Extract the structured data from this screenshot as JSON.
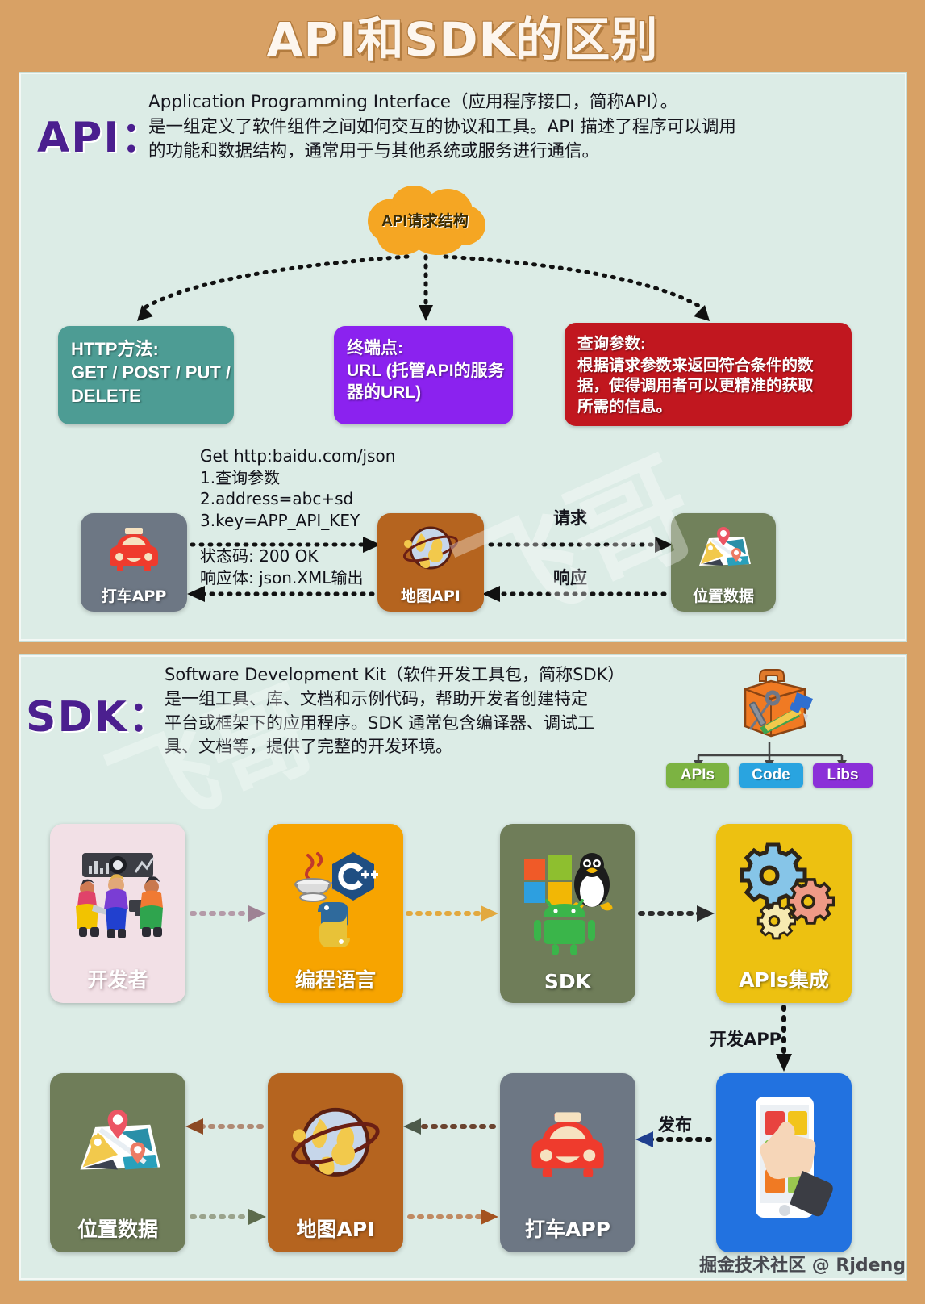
{
  "title": "API和SDK的区别",
  "watermark": "掘金技术社区 @ Rjdeng",
  "watermark_big": "飞哥",
  "api_section": {
    "label": "API：",
    "paragraph_lines": [
      "Application Programming Interface（应用程序接口，简称API）。",
      "是一组定义了软件组件之间如何交互的协议和工具。API 描述了程序可以调用",
      "的功能和数据结构，通常用于与其他系统或服务进行通信。"
    ],
    "cloud_label": "API请求结构",
    "cards": [
      {
        "name": "http-method",
        "color": "#4d9c94",
        "lines": [
          "HTTP方法:",
          "GET / POST / PUT /",
          "DELETE"
        ]
      },
      {
        "name": "endpoint",
        "color": "#8b22ef",
        "lines": [
          "终端点:",
          "URL (托管API的服务",
          "器的URL)"
        ]
      },
      {
        "name": "query-params",
        "color": "#c1171f",
        "heading": "查询参数:",
        "lines": [
          "根据请求参数来返回符合条件的数",
          "据，使得调用者可以更精准的获取",
          "所需的信息。"
        ]
      }
    ],
    "request_note_lines": [
      "Get http:baidu.com/json",
      "1.查询参数",
      "2.address=abc+sd",
      "3.key=APP_API_KEY"
    ],
    "response_note_lines": [
      "状态码: 200 OK",
      "响应体: json.XML输出"
    ],
    "flow": {
      "taxi_app": "打车APP",
      "map_api": "地图API",
      "location_data": "位置数据",
      "request_label": "请求",
      "response_label": "响应"
    }
  },
  "sdk_section": {
    "label": "SDK：",
    "paragraph_lines": [
      "Software Development Kit（软件开发工具包，简称SDK）",
      "是一组工具、库、文档和示例代码，帮助开发者创建特定",
      "平台或框架下的应用程序。SDK 通常包含编译器、调试工",
      "具、文档等，提供了完整的开发环境。"
    ],
    "toolbox_icon": "toolbox-icon",
    "badges": [
      {
        "label": "APIs",
        "color": "#7cb342"
      },
      {
        "label": "Code",
        "color": "#29a4e0"
      },
      {
        "label": "Libs",
        "color": "#8b30d8"
      }
    ],
    "flow_top": [
      {
        "name": "developer",
        "label": "开发者",
        "color": "#f2e0e6",
        "icon": "developers-team-icon"
      },
      {
        "name": "programming-language",
        "label": "编程语言",
        "color": "#f7a400",
        "icon": "language-logos-icon"
      },
      {
        "name": "sdk",
        "label": "SDK",
        "color": "#6f7d59",
        "icon": "platform-logos-icon"
      },
      {
        "name": "apis-integration",
        "label": "APIs集成",
        "color": "#edc111",
        "icon": "gears-icon"
      }
    ],
    "flow_bottom": [
      {
        "name": "location-data",
        "label": "位置数据",
        "color": "#6f7d59",
        "icon": "map-pin-icon"
      },
      {
        "name": "map-api",
        "label": "地图API",
        "color": "#b5641f",
        "icon": "globe-orbit-icon"
      },
      {
        "name": "taxi-app",
        "label": "打车APP",
        "color": "#6d7784",
        "icon": "taxi-icon"
      },
      {
        "name": "mobile-app",
        "label": "",
        "color": "#2272e0",
        "icon": "phone-tap-icon"
      }
    ],
    "edge_labels": {
      "develop_app": "开发APP",
      "publish": "发布"
    }
  }
}
